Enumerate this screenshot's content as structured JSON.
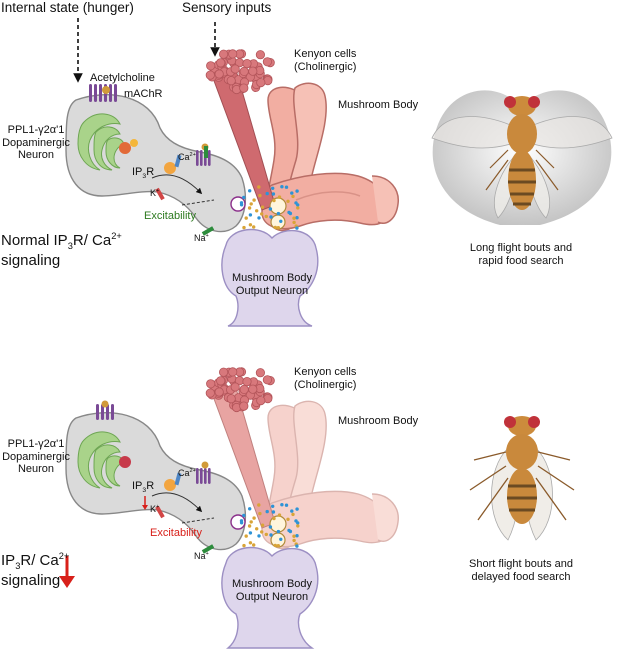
{
  "top_labels": {
    "internal_state": "Internal state (hunger)",
    "sensory_inputs": "Sensory inputs"
  },
  "panels": [
    {
      "id": "normal",
      "kenyon_cells_line1": "Kenyon cells",
      "kenyon_cells_line2": "(Cholinergic)",
      "mushroom_body": "Mushroom Body",
      "acetylcholine": "Acetylcholine",
      "machr": "mAChR",
      "neuron_line1": "PPL1-γ2α'1",
      "neuron_line2": "Dopaminergic",
      "neuron_line3": "Neuron",
      "ip3r_a": "IP",
      "ip3r_sub": "3",
      "ip3r_b": "R",
      "ca_a": "Ca",
      "ca_sup": "2+",
      "k_a": "K",
      "k_sup": "+",
      "na_a": "Na",
      "na_sup": "+",
      "excitability": "Excitability",
      "signal_a": "Normal IP",
      "signal_sub": "3",
      "signal_b": "R/ Ca",
      "signal_sup": "2+",
      "signal_c": "signaling",
      "output_line1": "Mushroom Body",
      "output_line2": "Output Neuron",
      "behavior_line1": "Long flight bouts and",
      "behavior_line2": "rapid food search"
    },
    {
      "id": "reduced",
      "kenyon_cells_line1": "Kenyon cells",
      "kenyon_cells_line2": "(Cholinergic)",
      "mushroom_body": "Mushroom Body",
      "neuron_line1": "PPL1-γ2α'1",
      "neuron_line2": "Dopaminergic",
      "neuron_line3": "Neuron",
      "ip3r_a": "IP",
      "ip3r_sub": "3",
      "ip3r_b": "R",
      "ca_a": "Ca",
      "ca_sup": "2+",
      "k_a": "K",
      "k_sup": "+",
      "na_a": "Na",
      "na_sup": "+",
      "excitability": "Excitability",
      "signal_a": "IP",
      "signal_sub": "3",
      "signal_b": "R/ Ca",
      "signal_sup": "2+",
      "signal_c": "signaling",
      "output_line1": "Mushroom Body",
      "output_line2": "Output Neuron",
      "behavior_line1": "Short flight bouts and",
      "behavior_line2": "delayed food search"
    }
  ],
  "colors": {
    "kenyon": "#d8787c",
    "mushroom_body": "#f0aea1",
    "neuron_fill": "#dadada",
    "er_green": "#a9d38a",
    "receptor_purple": "#7a4a96",
    "output_neuron": "#ddd6ec",
    "excitability_normal": "#2d7a1f",
    "reduced_arrow": "#d8201a",
    "fly_body": "#cc8b3c"
  }
}
